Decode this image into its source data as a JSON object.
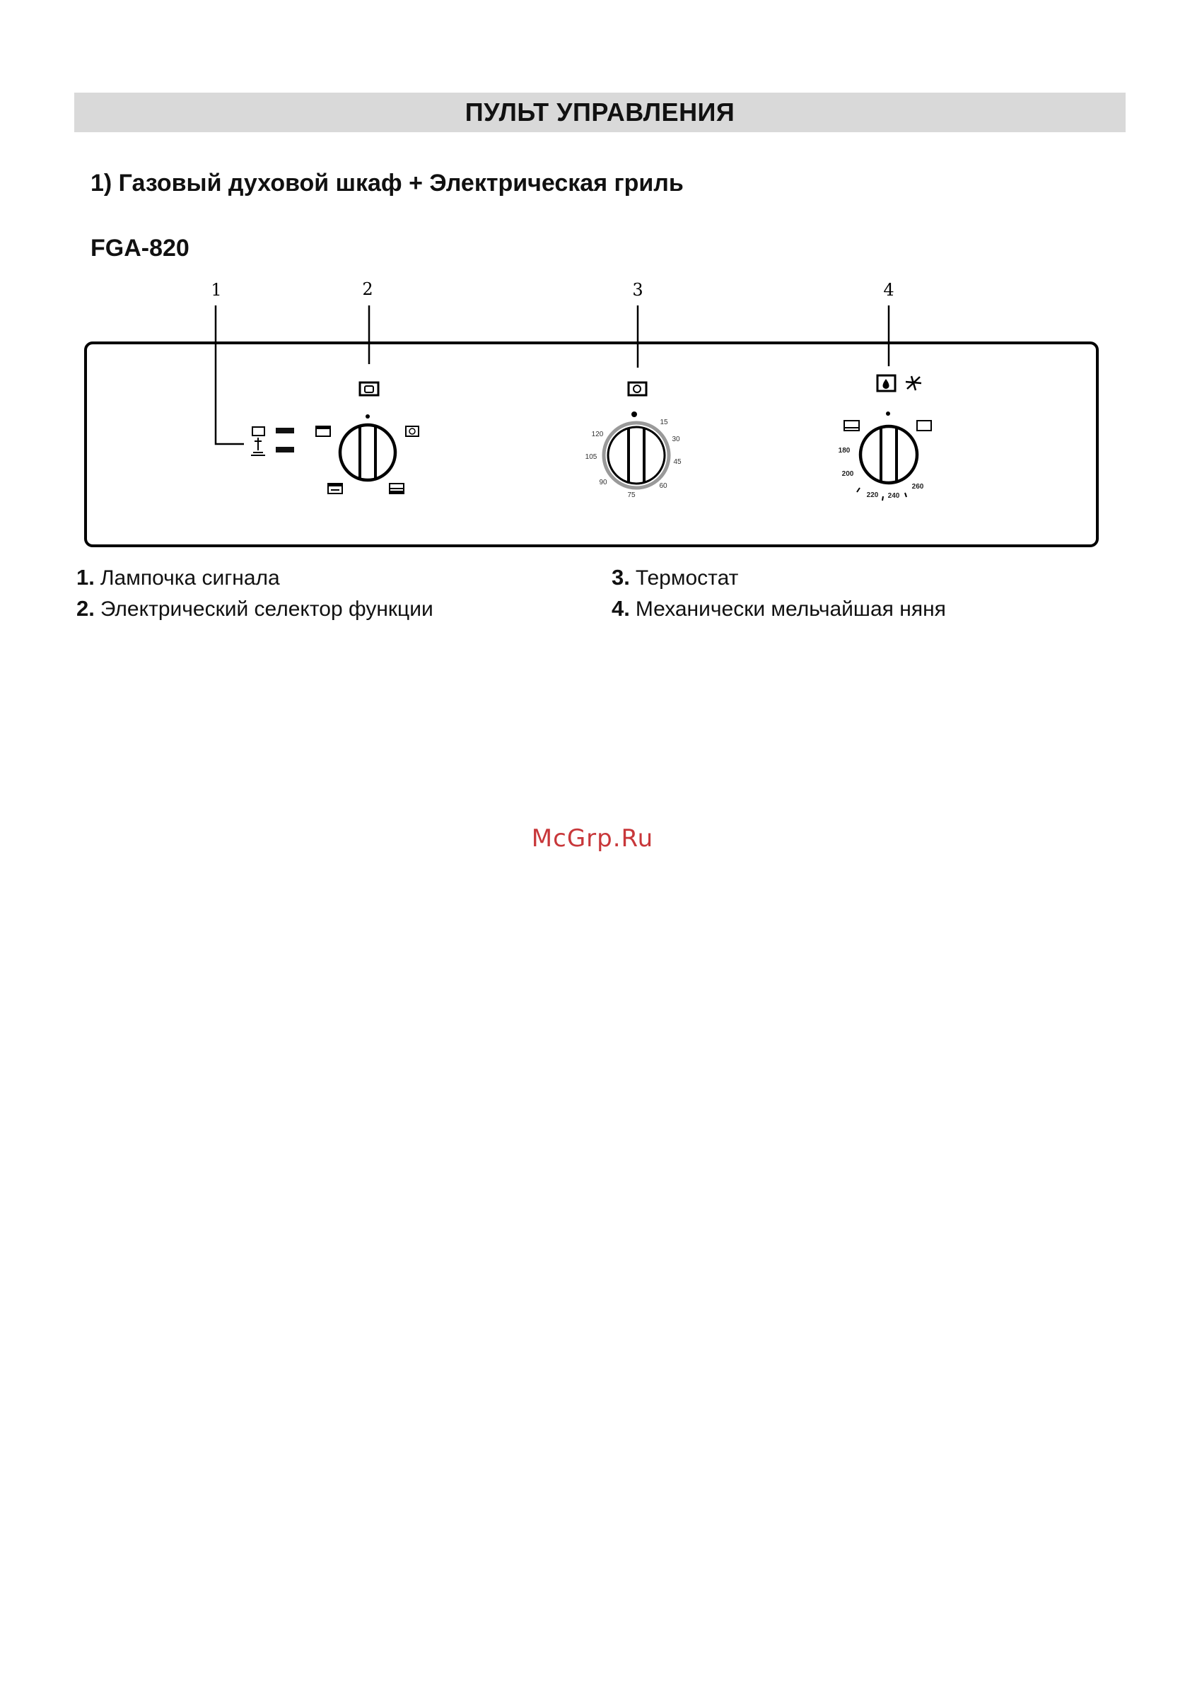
{
  "header": {
    "title": "ПУЛЬТ УПРАВЛЕНИЯ",
    "subtitle": "1) Газовый духовой шкаф + Электрическая гриль",
    "model": "FGA-820"
  },
  "diagram": {
    "callouts": [
      "1",
      "2",
      "3",
      "4"
    ],
    "thermostat_scale": [
      "15",
      "30",
      "45",
      "60",
      "75",
      "90",
      "105",
      "120"
    ],
    "grill_scale": [
      "180",
      "200",
      "220",
      "240",
      "260"
    ],
    "icons": {
      "lamp_top": "oven-light-icon",
      "lamp_bottom": "temperature-indicator-icon",
      "selector_top": "selector-top-icon",
      "selector_left": "oven-top-element-icon",
      "selector_right": "fan-icon",
      "selector_bottom_left": "grill-icon",
      "selector_bottom_right": "bottom-heat-icon",
      "timer_top": "timer-icon",
      "grill_top": "gas-oven-icon",
      "grill_top_right": "ignition-icon",
      "grill_left": "top-heat-icon",
      "grill_right": "oven-icon"
    }
  },
  "legend": [
    {
      "number": "1.",
      "text": "Лампочка сигнала"
    },
    {
      "number": "2.",
      "text": "Электрический селектор функции"
    },
    {
      "number": "3.",
      "text": "Термостат"
    },
    {
      "number": "4.",
      "text": "Механически мельчайшая няня"
    }
  ],
  "watermark": "McGrp.Ru"
}
